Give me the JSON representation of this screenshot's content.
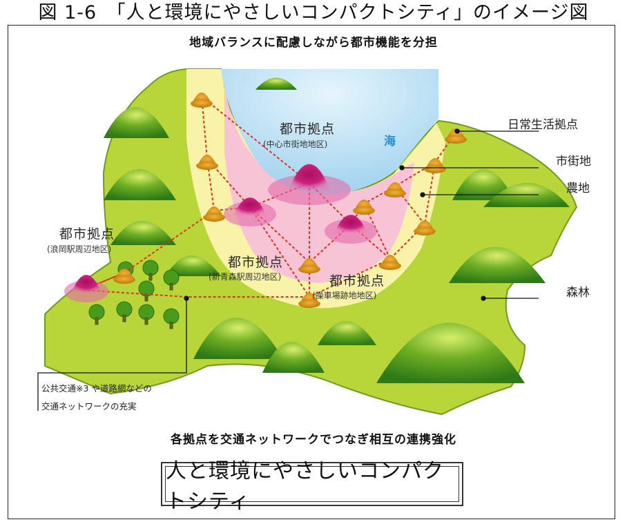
{
  "figure": {
    "title": "図 1-6　「人と環境にやさしいコンパクトシティ」のイメージ図",
    "subtitle": "地域バランスに配慮しながら都市機能を分担"
  },
  "map": {
    "sea_label": "海",
    "hubs": [
      {
        "name": "都市拠点",
        "area": "(中心市街地地区)"
      },
      {
        "name": "都市拠点",
        "area": "(浪岡駅周辺地区)"
      },
      {
        "name": "都市拠点",
        "area": "(新青森駅周辺地区)"
      },
      {
        "name": "都市拠点",
        "area": "(操車場跡地地区)"
      }
    ],
    "legend": {
      "daily_hub": "日常生活拠点",
      "urban_area": "市街地",
      "farmland": "農地",
      "forest": "森林"
    },
    "network_note_line1": "公共交通※3 や道路網などの",
    "network_note_line2": "交通ネットワークの充実"
  },
  "bottom_text": "各拠点を交通ネットワークでつなぎ相互の連携強化",
  "slogan": "人と環境にやさしいコンパクトシティ",
  "colors": {
    "land": "#b8d63a",
    "urban_area": "#f7c4d6",
    "farmland": "#f8f3a8",
    "sea": "#bfe2f5",
    "hub_magenta": "#c21c74",
    "daily_hub": "#d8900a",
    "forest_dark": "#3f8f1c",
    "network_line": "#e0301e"
  }
}
